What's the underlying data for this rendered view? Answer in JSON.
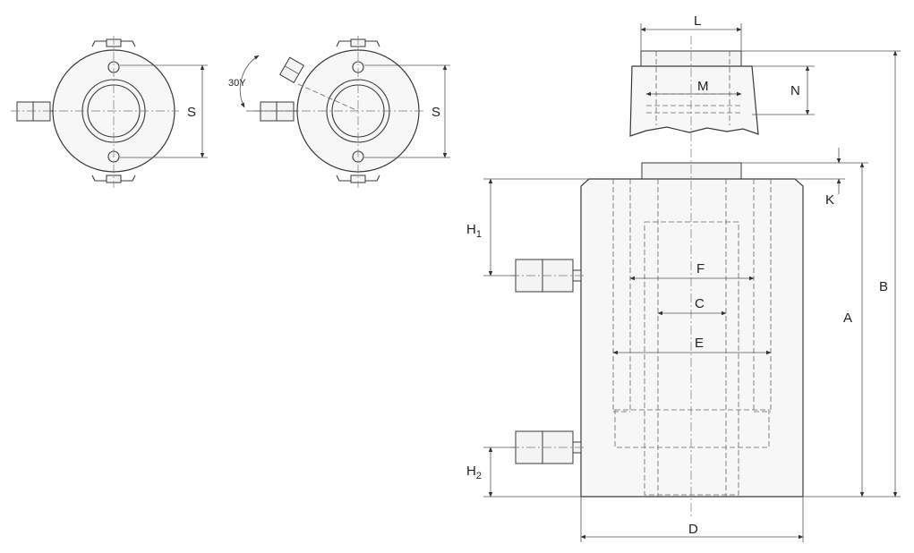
{
  "labels": {
    "L": "L",
    "M": "M",
    "N": "N",
    "K": "K",
    "B": "B",
    "A": "A",
    "H1": "H",
    "H1_sub": "1",
    "H2": "H",
    "H2_sub": "2",
    "F": "F",
    "C": "C",
    "E": "E",
    "D": "D",
    "S_left": "S",
    "S_right": "S",
    "angle": "30Y"
  }
}
